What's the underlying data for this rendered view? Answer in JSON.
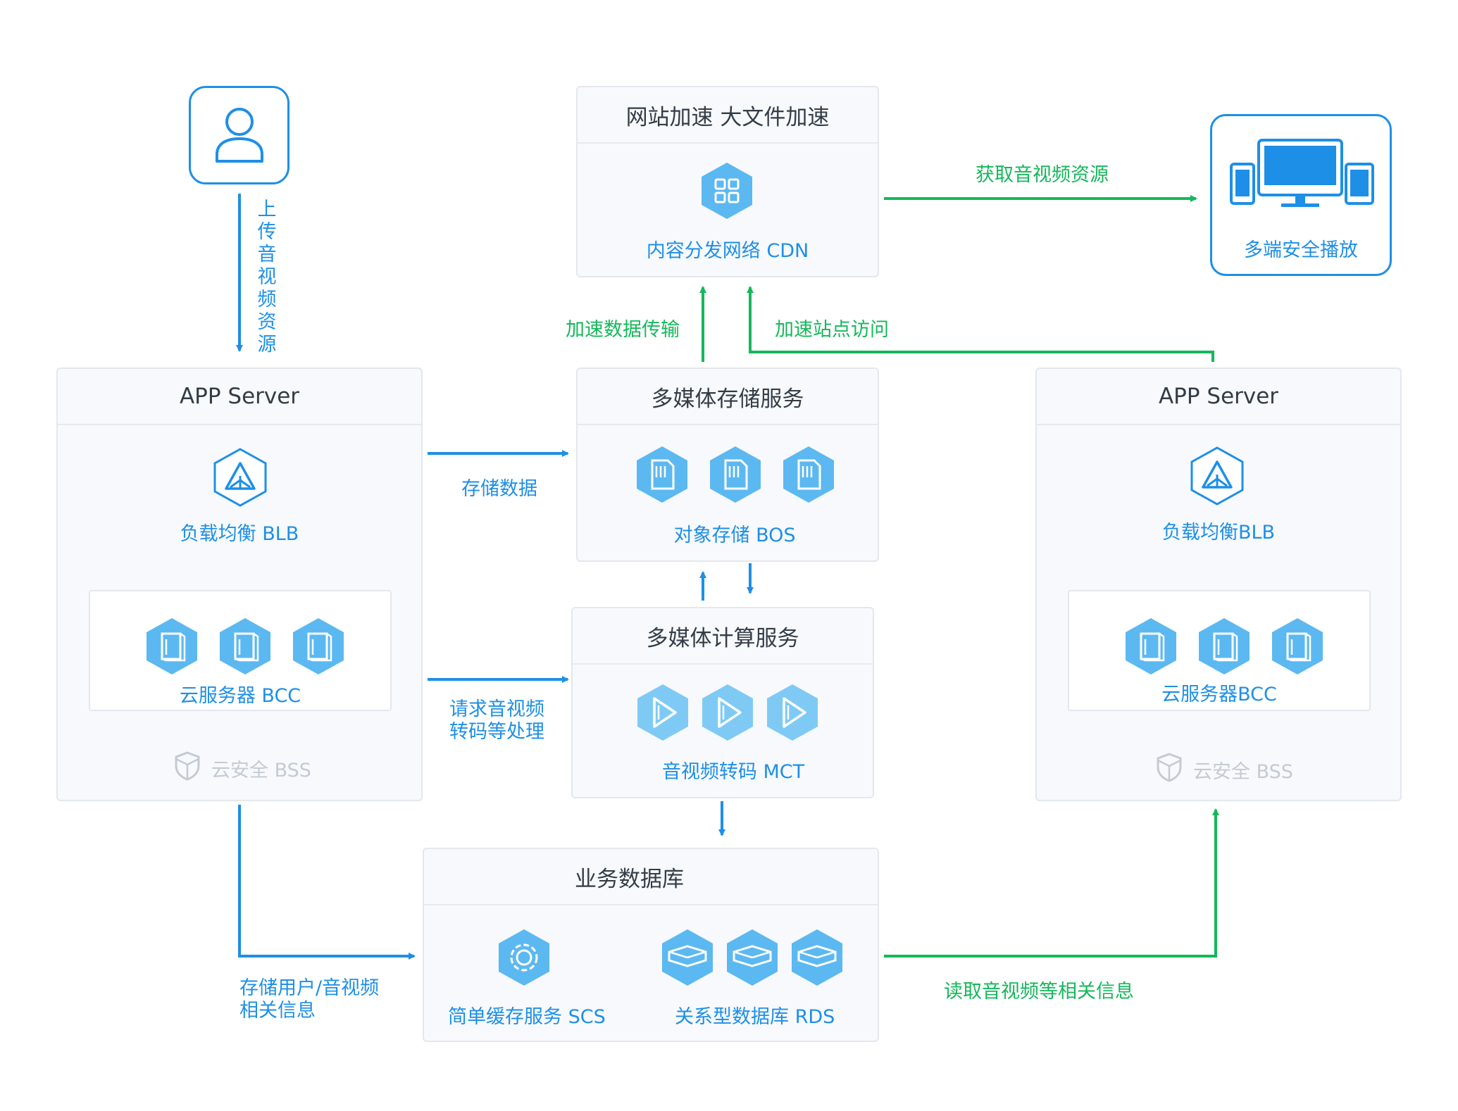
{
  "user_flow": {
    "upload_label": "上传音视频资源"
  },
  "cdn": {
    "header": "网站加速 大文件加速",
    "service_label": "内容分发网络 CDN"
  },
  "playback": {
    "label": "多端安全播放"
  },
  "edge_labels": {
    "get_media": "获取音视频资源",
    "accelerate_transfer": "加速数据传输",
    "accelerate_access": "加速站点访问",
    "store_data": "存储数据",
    "request_transcode": [
      "请求音视频",
      "转码等处理"
    ],
    "store_user_info": [
      "存储用户/音视频",
      "相关信息"
    ],
    "read_info": "读取音视频等相关信息"
  },
  "left_server": {
    "header": "APP Server",
    "blb_label": "负载均衡 BLB",
    "bcc_label": "云服务器 BCC",
    "security_label": "云安全 BSS"
  },
  "right_server": {
    "header": "APP Server",
    "blb_label": "负载均衡BLB",
    "bcc_label": "云服务器BCC",
    "security_label": "云安全 BSS"
  },
  "storage": {
    "header": "多媒体存储服务",
    "service_label": "对象存储 BOS"
  },
  "compute": {
    "header": "多媒体计算服务",
    "service_label": "音视频转码 MCT"
  },
  "database": {
    "header": "业务数据库",
    "cache_label": "简单缓存服务 SCS",
    "rds_label": "关系型数据库 RDS"
  },
  "colors": {
    "blue": "#1e8fe6",
    "green": "#14b85a",
    "hex_fill": "#5cb8f0",
    "hex_fill_light": "#7fcaf5",
    "border": "#e3e8ee",
    "muted": "#c4cad3"
  }
}
